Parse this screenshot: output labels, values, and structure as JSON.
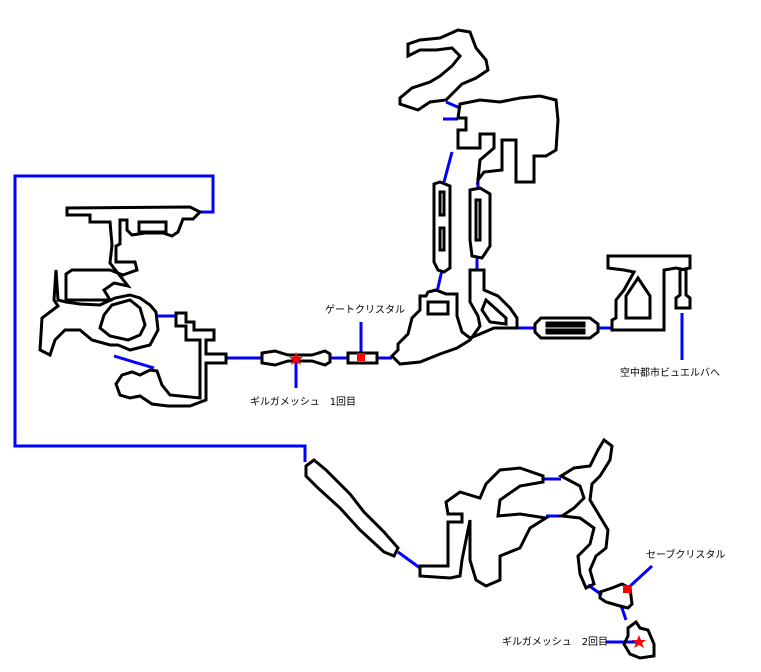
{
  "map": {
    "title": "",
    "colors": {
      "background": "#ffffff",
      "walls": "#000000",
      "connections": "#0000ff",
      "markers": "#ff0000"
    },
    "markers": [
      {
        "id": "gate-crystal",
        "type": "crystal-square",
        "label": "ゲートクリスタル"
      },
      {
        "id": "gilgamesh-1",
        "type": "star",
        "label": "ギルガメッシュ　1回目"
      },
      {
        "id": "exit-bhujerba",
        "type": "exit",
        "label": "空中都市ビュエルバへ"
      },
      {
        "id": "save-crystal",
        "type": "crystal-square",
        "label": "セーブクリスタル"
      },
      {
        "id": "gilgamesh-2",
        "type": "star",
        "label": "ギルガメッシュ　2回目"
      }
    ]
  }
}
